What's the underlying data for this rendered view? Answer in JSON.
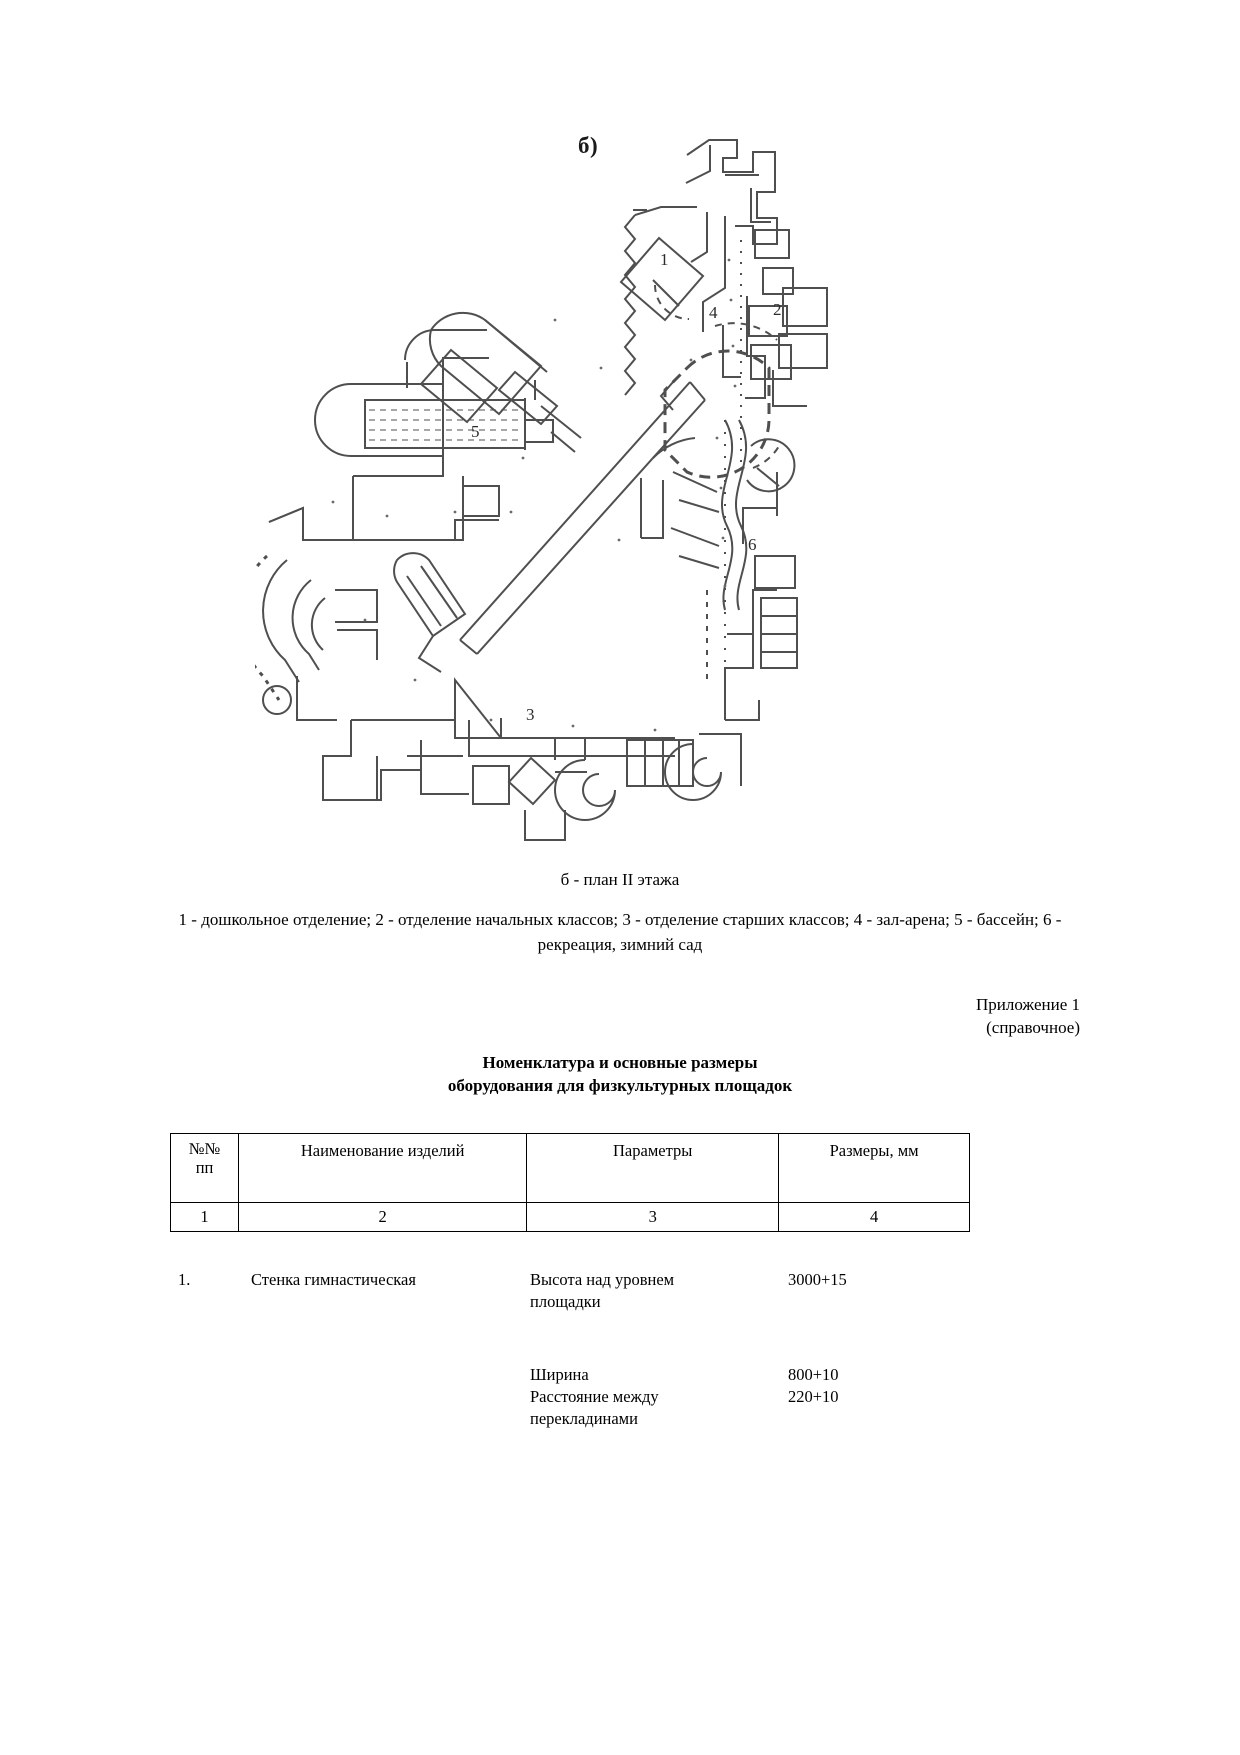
{
  "figure": {
    "letter": "б)",
    "plan_labels": [
      {
        "id": "1",
        "text": "1"
      },
      {
        "id": "2",
        "text": "2"
      },
      {
        "id": "3",
        "text": "3"
      },
      {
        "id": "4",
        "text": "4"
      },
      {
        "id": "5",
        "text": "5"
      },
      {
        "id": "6",
        "text": "6"
      }
    ],
    "caption": "б - план II этажа",
    "legend": "1 - дошкольное отделение; 2 - отделение начальных классов; 3 - отделение старших классов; 4 - зал-арена; 5 - бассейн; 6 - рекреация, зимний сад"
  },
  "appendix": {
    "line1": "Приложение 1",
    "line2": "(справочное)"
  },
  "doc_title": {
    "line1": "Номенклатура и основные размеры",
    "line2": "оборудования для физкультурных площадок"
  },
  "table": {
    "headers": [
      "№№\nпп",
      "Наименование изделий",
      "Параметры",
      "Размеры, мм"
    ],
    "header_col1_line1": "№№",
    "header_col1_line2": "пп",
    "header_col2": "Наименование изделий",
    "header_col3": "Параметры",
    "header_col4": "Размеры, мм",
    "column_numbers": [
      "1",
      "2",
      "3",
      "4"
    ],
    "rows": [
      {
        "num": "1.",
        "name": "Стенка гимнастическая",
        "param_line1": "Высота над уровнем",
        "param_line2": "площадки",
        "size": "3000+15"
      },
      {
        "num": "",
        "name": "",
        "param_line1": "Ширина",
        "param_line2": "",
        "size": "800+10"
      },
      {
        "num": "",
        "name": "",
        "param_line1": "Расстояние между",
        "param_line2": "перекладинами",
        "size": "220+10"
      }
    ]
  },
  "colors": {
    "text": "#000000",
    "rule": "#000000",
    "drawing_ink": "#4a4a4a"
  }
}
